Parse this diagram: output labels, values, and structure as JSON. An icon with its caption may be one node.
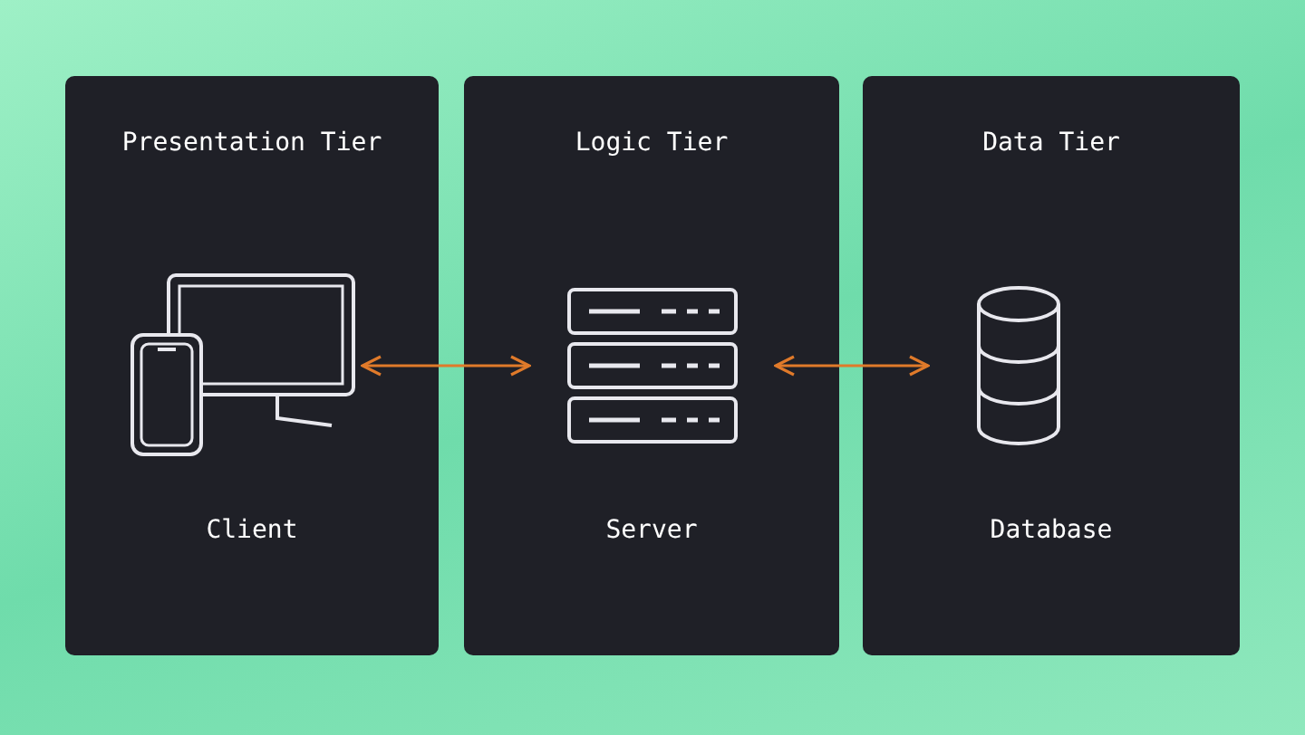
{
  "diagram": {
    "nodes": [
      {
        "text": [
          "Presentation Tier",
          "Client"
        ]
      },
      {
        "text": [],
        "shape": "picture",
        "in": 0
      },
      {
        "text": [
          "Logic Tier",
          "Server"
        ]
      },
      {
        "text": [],
        "shape": "picture",
        "in": 2
      },
      {
        "text": [
          "Data Tier",
          "Database"
        ]
      },
      {
        "text": [],
        "shape": "picture",
        "in": 4
      }
    ],
    "edges": [
      {
        "from": 1,
        "to": 3,
        "arrow": "both"
      },
      {
        "from": 3,
        "to": 5,
        "arrow": "both"
      }
    ]
  }
}
